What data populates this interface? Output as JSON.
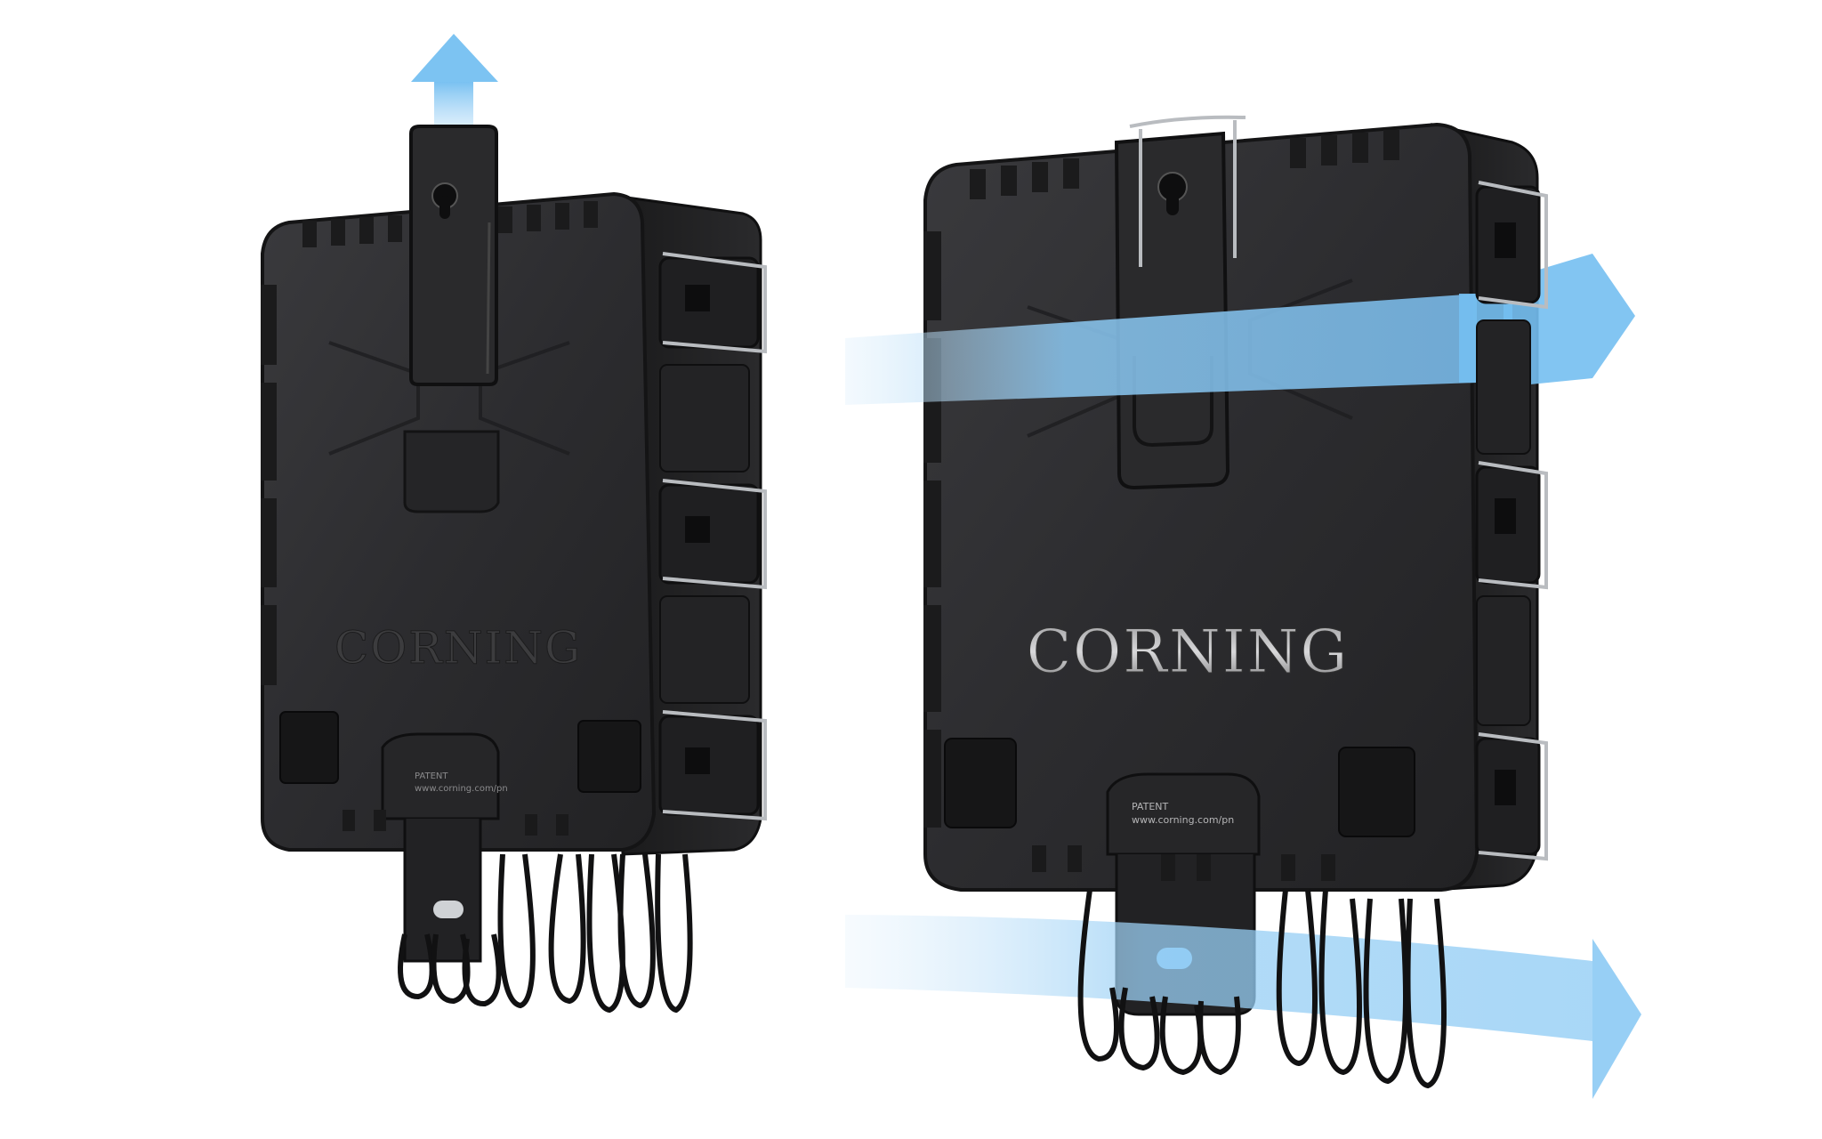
{
  "image": {
    "description_free": true
  },
  "left_terminal": {
    "brand": "CORNING",
    "patent_label": "PATENT",
    "patent_url": "www.corning.com/pn"
  },
  "right_terminal": {
    "brand": "CORNING",
    "patent_label": "PATENT",
    "patent_url": "www.corning.com/pn"
  },
  "colors": {
    "arrow_blue": "#3a9fe0",
    "arrow_light": "#bfe0f8",
    "housing_dark": "#2b2b2d",
    "housing_edge": "#141415",
    "metal_clip": "#b9bcc0",
    "background": "#ffffff"
  }
}
